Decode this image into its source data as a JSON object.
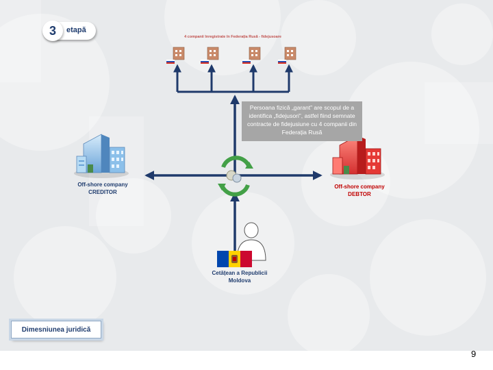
{
  "stage": {
    "number": "3",
    "label": "etapă"
  },
  "companies": {
    "caption": "4 companii înregistrate în Federația Rusă - fidejusoare",
    "count": 4
  },
  "info_box": "Persoana fizică „garant” are scopul de a identifica „fidejusori”, astfel fiind semnate contracte de fidejusiune cu 4 companii din Federația Rusă",
  "creditor": {
    "line1": "Off-shore company",
    "line2": "CREDITOR"
  },
  "debtor": {
    "line1": "Off-shore company",
    "line2": "DEBTOR"
  },
  "citizen": {
    "line1": "Cetățean a Republicii",
    "line2": "Moldova"
  },
  "section_button": "Dimesniunea juridică",
  "page_number": "9",
  "colors": {
    "arrow": "#1f3a6b",
    "creditor_building": "#7fb2e0",
    "debtor_building": "#e53935",
    "exchange_icon": "#4caf50",
    "title_red": "#c0504d"
  },
  "icons": {
    "company": "building-with-russia-flag-icon",
    "creditor": "blue-building-icon",
    "debtor": "red-building-icon",
    "exchange": "recycle-exchange-icon",
    "citizen": "person-icon",
    "flag": "moldova-flag-icon"
  }
}
